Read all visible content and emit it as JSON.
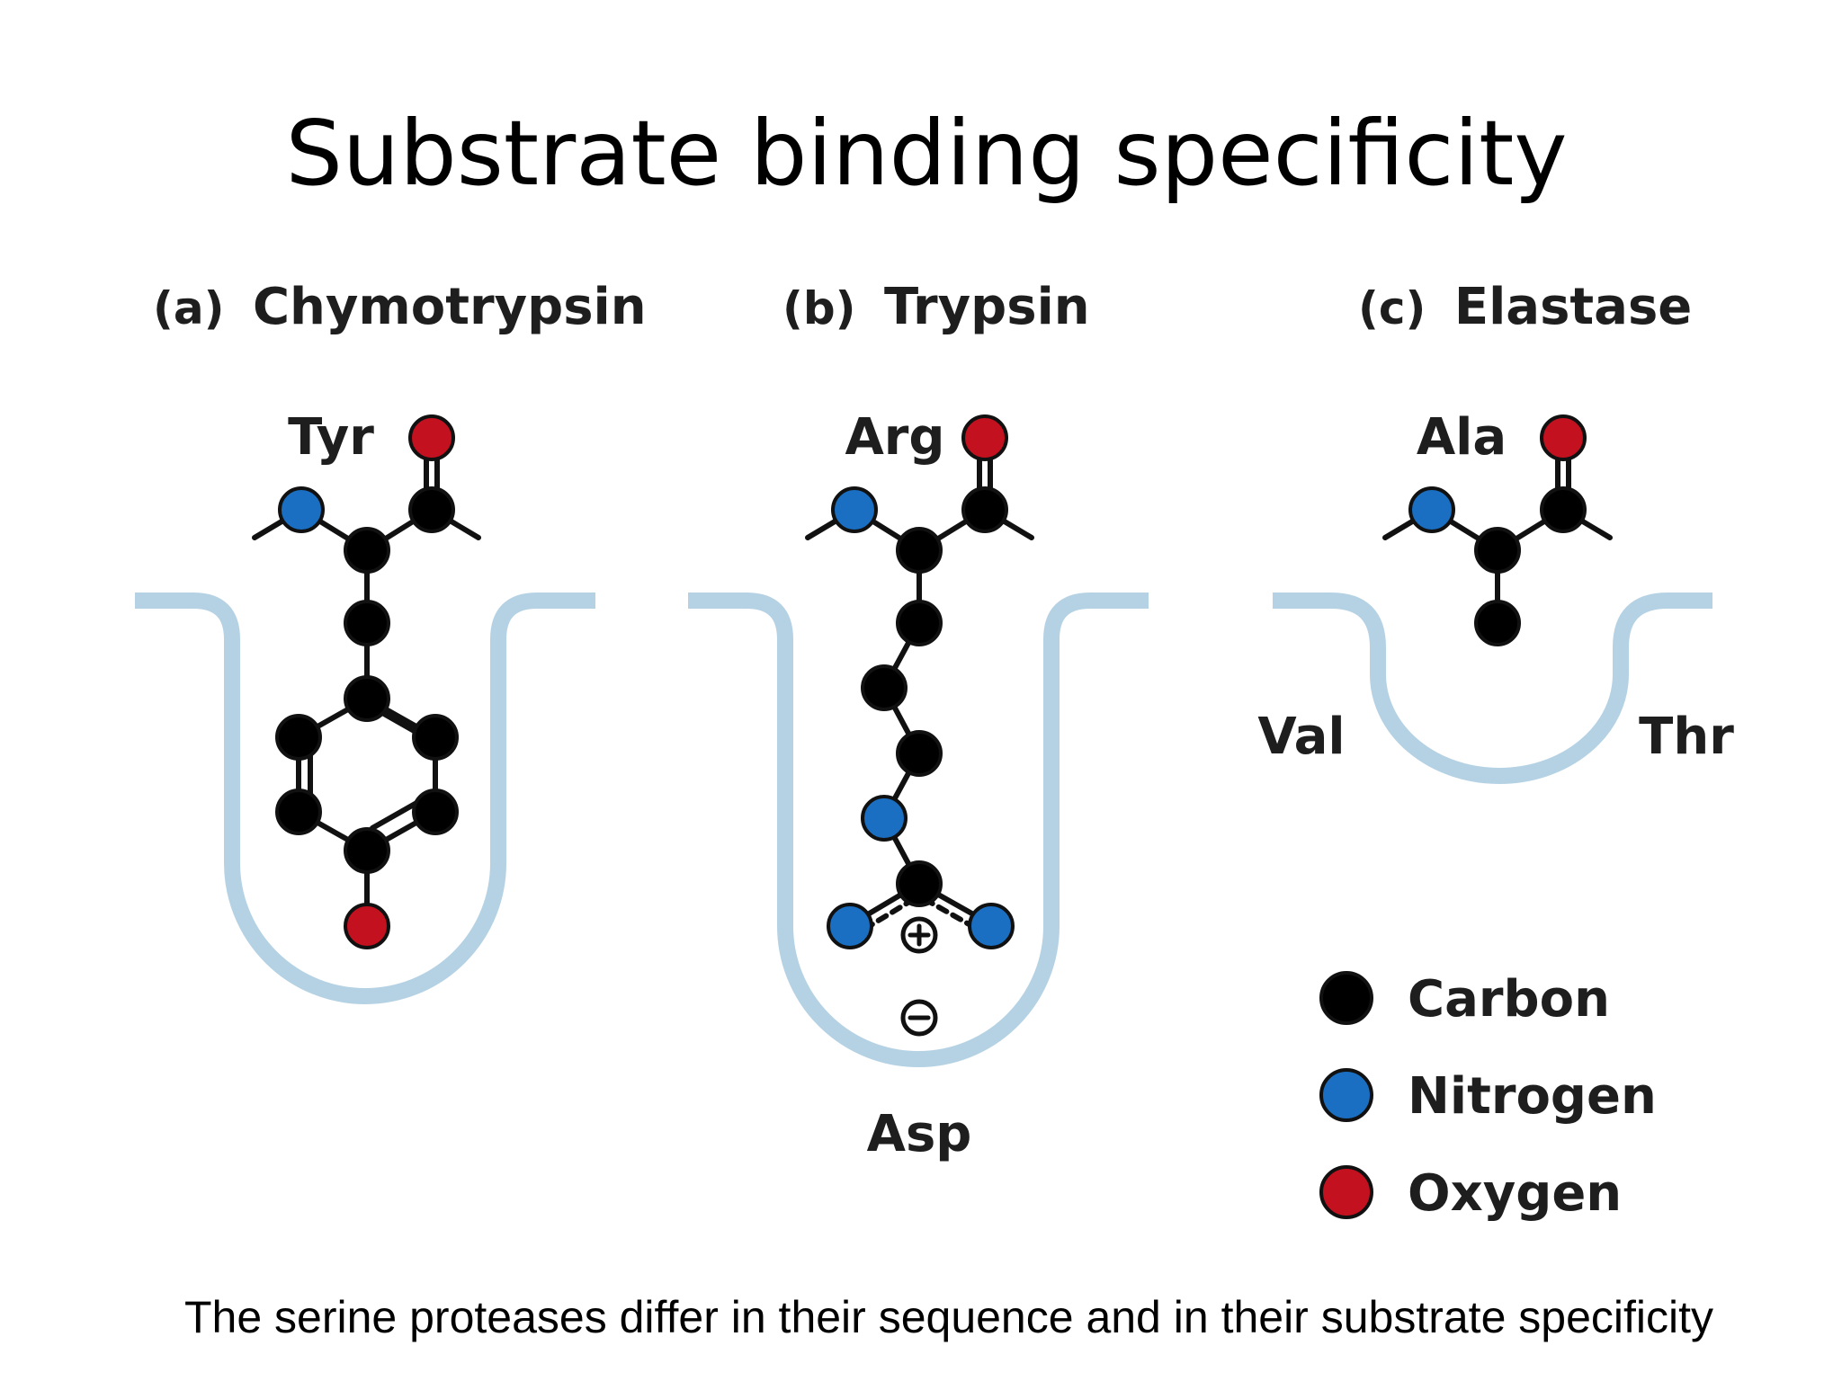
{
  "title": "Substrate binding specificity",
  "panels": [
    {
      "prefix": "(a)",
      "enzyme": "Chymotrypsin",
      "substrate_residue": "Tyr",
      "pocket_residues": []
    },
    {
      "prefix": "(b)",
      "enzyme": "Trypsin",
      "substrate_residue": "Arg",
      "pocket_residues": [
        "Asp"
      ]
    },
    {
      "prefix": "(c)",
      "enzyme": "Elastase",
      "substrate_residue": "Ala",
      "pocket_residues": [
        "Val",
        "Thr"
      ]
    }
  ],
  "legend": [
    {
      "label": "Carbon",
      "color": "#000000"
    },
    {
      "label": "Nitrogen",
      "color": "#1a6fc2"
    },
    {
      "label": "Oxygen",
      "color": "#c4111f"
    }
  ],
  "atom_colors": {
    "carbon": "#000000",
    "nitrogen": "#1a6fc2",
    "oxygen": "#c4111f"
  },
  "pocket_color": "#b5d2e4",
  "caption": "The serine proteases differ in their sequence and in their substrate specificity"
}
